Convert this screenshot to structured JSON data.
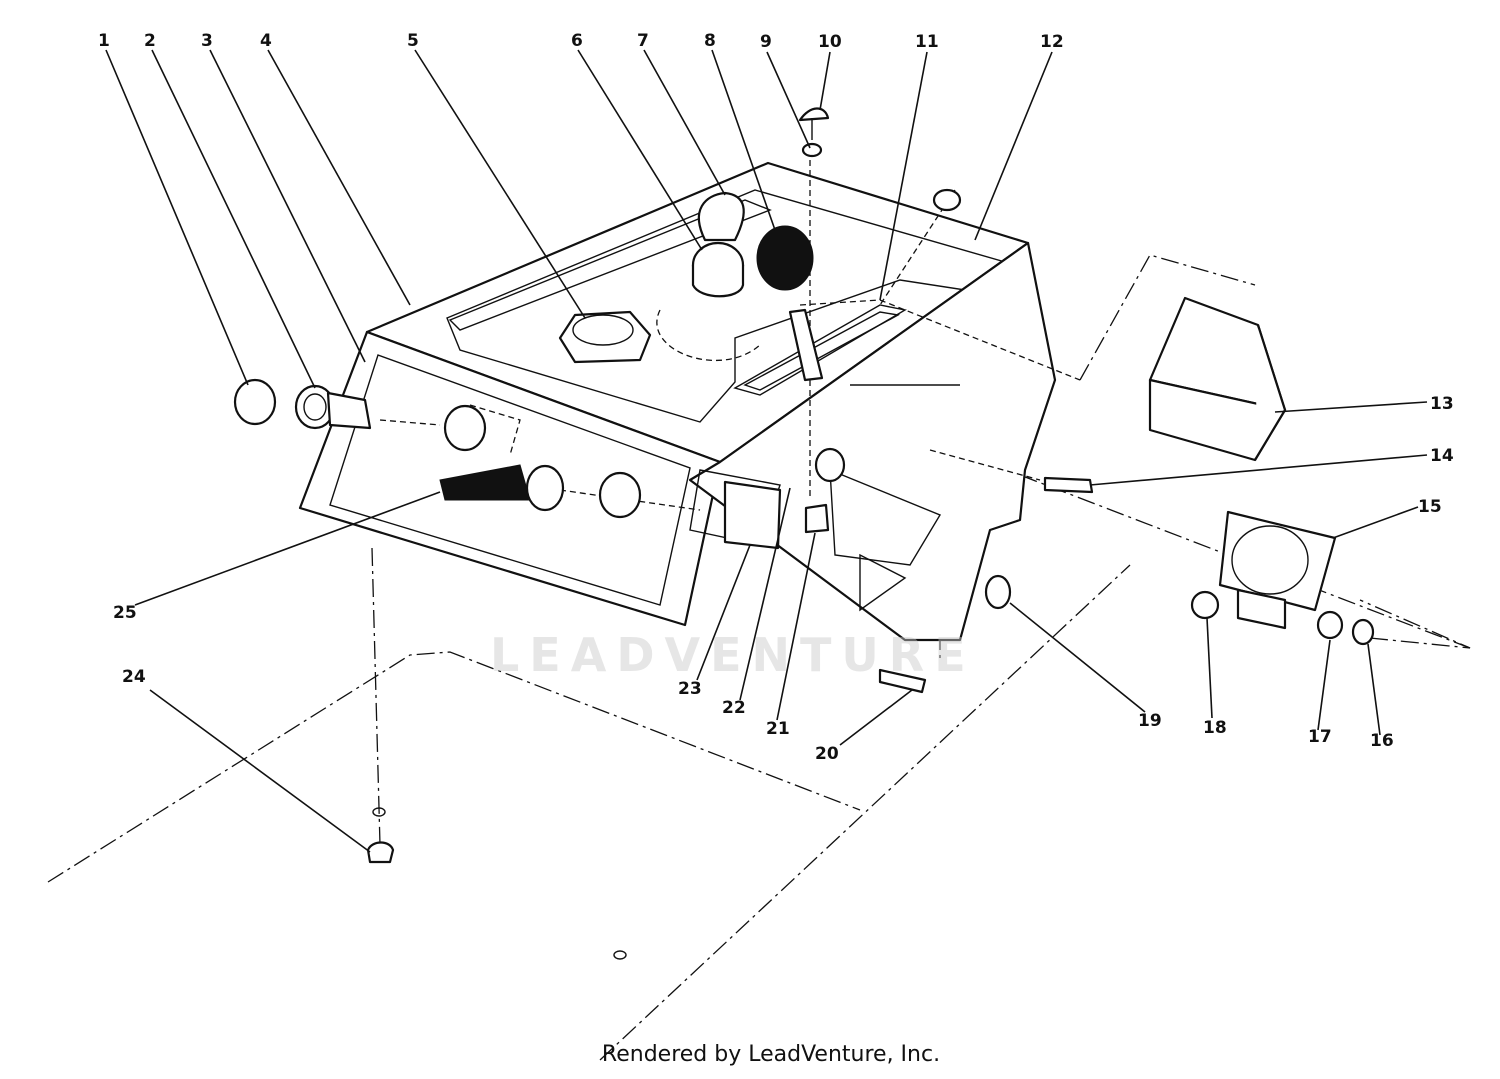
{
  "watermark": "LEADVENTURE",
  "footer": "Rendered by LeadVenture, Inc.",
  "parts": [
    {
      "label": "1"
    },
    {
      "label": "2"
    },
    {
      "label": "3"
    },
    {
      "label": "4"
    },
    {
      "label": "5"
    },
    {
      "label": "6"
    },
    {
      "label": "7"
    },
    {
      "label": "8"
    },
    {
      "label": "9"
    },
    {
      "label": "10"
    },
    {
      "label": "11"
    },
    {
      "label": "12"
    },
    {
      "label": "13"
    },
    {
      "label": "14"
    },
    {
      "label": "15"
    },
    {
      "label": "16"
    },
    {
      "label": "17"
    },
    {
      "label": "18"
    },
    {
      "label": "19"
    },
    {
      "label": "20"
    },
    {
      "label": "21"
    },
    {
      "label": "22"
    },
    {
      "label": "23"
    },
    {
      "label": "24"
    },
    {
      "label": "25"
    }
  ]
}
